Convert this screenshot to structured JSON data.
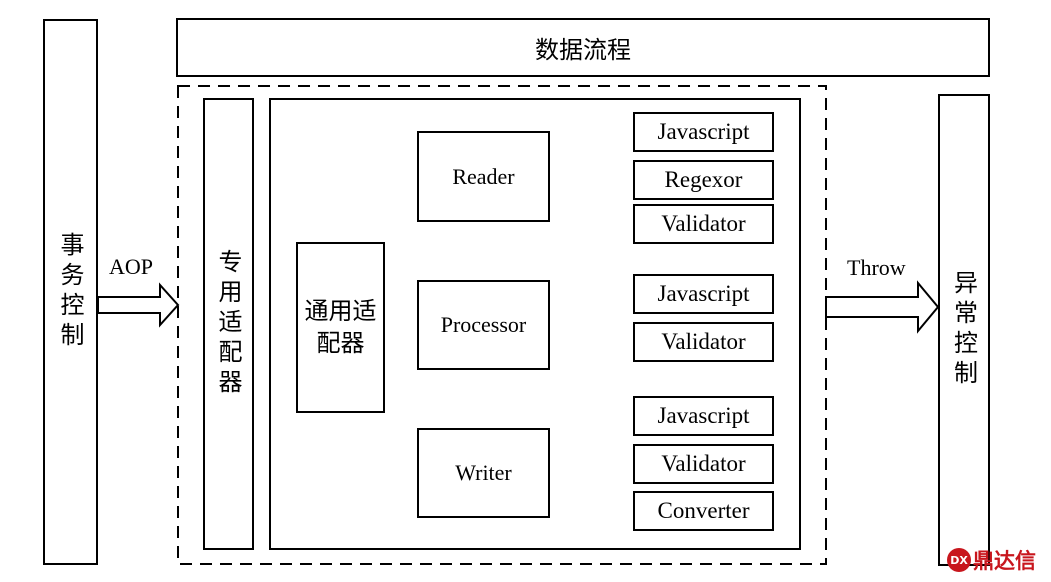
{
  "diagram": {
    "transaction_control": "事务控制",
    "data_flow": "数据流程",
    "special_adapter": "专用适配器",
    "general_adapter": "通用适配器",
    "exception_control": "异常控制",
    "aop_label": "AOP",
    "throw_label": "Throw",
    "stages": {
      "reader": {
        "label": "Reader",
        "plugins": [
          "Javascript",
          "Regexor",
          "Validator"
        ]
      },
      "processor": {
        "label": "Processor",
        "plugins": [
          "Javascript",
          "Validator"
        ]
      },
      "writer": {
        "label": "Writer",
        "plugins": [
          "Javascript",
          "Validator",
          "Converter"
        ]
      }
    }
  },
  "watermark": {
    "text": "鼎达信",
    "color": "#c8161d"
  }
}
